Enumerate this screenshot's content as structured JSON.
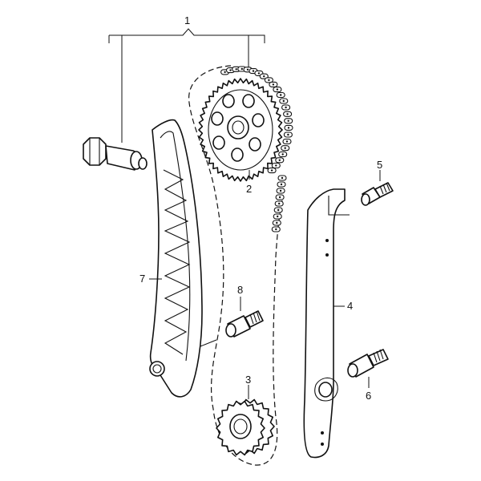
{
  "callouts": [
    {
      "id": "1",
      "label": "1"
    },
    {
      "id": "2",
      "label": "2"
    },
    {
      "id": "3",
      "label": "3"
    },
    {
      "id": "4",
      "label": "4"
    },
    {
      "id": "5",
      "label": "5"
    },
    {
      "id": "6",
      "label": "6"
    },
    {
      "id": "7",
      "label": "7"
    },
    {
      "id": "8",
      "label": "8"
    }
  ],
  "parts": [
    {
      "callout": "1",
      "icon": "timing-chain-assembly-icon"
    },
    {
      "callout": "2",
      "icon": "camshaft-sprocket-icon"
    },
    {
      "callout": "3",
      "icon": "crankshaft-sprocket-icon"
    },
    {
      "callout": "4",
      "icon": "chain-guide-rail-icon"
    },
    {
      "callout": "5",
      "icon": "guide-pin-bolt-icon"
    },
    {
      "callout": "6",
      "icon": "guide-pin-bolt-icon"
    },
    {
      "callout": "7",
      "icon": "tensioner-rail-icon"
    },
    {
      "callout": "8",
      "icon": "guide-pin-bolt-icon"
    }
  ]
}
